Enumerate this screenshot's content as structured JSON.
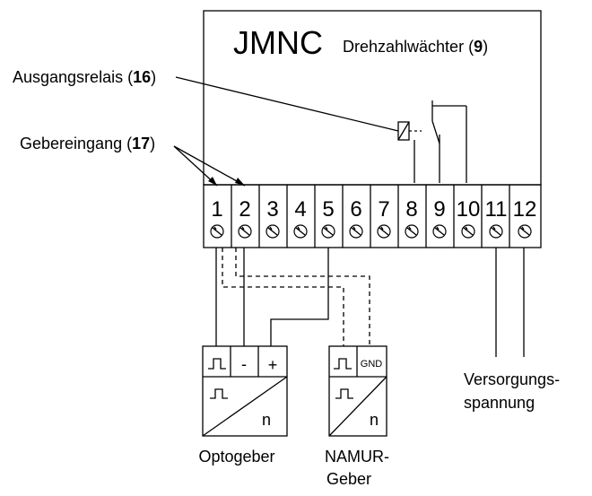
{
  "device": {
    "model": "JMNC",
    "description": "Drehzahlwächter",
    "description_ref": "9"
  },
  "labels": {
    "output_relay": "Ausgangsrelais",
    "output_relay_ref": "16",
    "sensor_input": "Gebereingang",
    "sensor_input_ref": "17",
    "supply_line1": "Versorgungs-",
    "supply_line2": "spannung"
  },
  "terminals": [
    "1",
    "2",
    "3",
    "4",
    "5",
    "6",
    "7",
    "8",
    "9",
    "10",
    "11",
    "12"
  ],
  "opto_sensor": {
    "name": "Optogeber",
    "pins": [
      "",
      "-",
      "+"
    ],
    "letter": "n"
  },
  "namur_sensor": {
    "name_line1": "NAMUR-",
    "name_line2": "Geber",
    "pins": [
      "",
      "GND"
    ],
    "letter": "n"
  }
}
